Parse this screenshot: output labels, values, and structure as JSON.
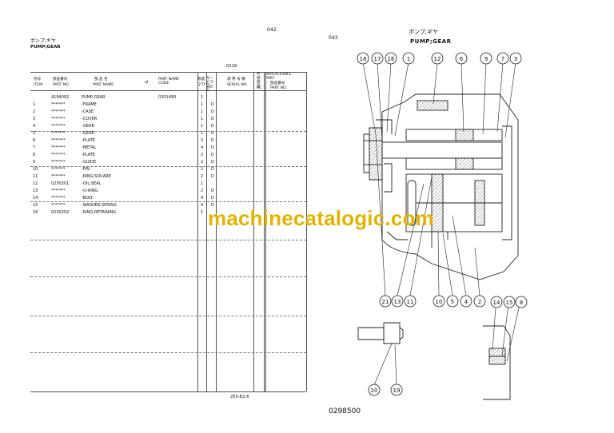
{
  "left_page": {
    "page_number": "042",
    "title_jp": "ポンプ;ギヤ",
    "title_en": "PUMP;GEAR",
    "serial_range": "0218-",
    "columns": {
      "no_jp": "符号",
      "no_en": "ITEM",
      "part_no_jp": "部品番号",
      "part_no_en": "PART NO.",
      "part_name_jp": "部 品 名",
      "part_name_en": "PART NAME",
      "qf": "qf",
      "name_code_en": "PART NAME CODE",
      "qty_jp": "数量",
      "qty_en": "Q'TY",
      "service_code_jp": "サービスコード",
      "service_code_en": "S.C.",
      "serial_jp": "適 用 号 機",
      "serial_en": "SERIAL NO.",
      "repl_jp": "代替部品",
      "repl_en": "REPLACEABLE PART",
      "repl_part_jp": "部品番号",
      "repl_part_en": "PART NO.",
      "rc": "RC"
    },
    "rows": [
      {
        "item": "",
        "part_no": "4194092",
        "name": "PUMP;GEAR",
        "code": "0301490",
        "qty": "1",
        "sc": ""
      },
      {
        "item": "1",
        "part_no": "*******",
        "name": "-FRAME",
        "code": "",
        "qty": "1",
        "sc": "D"
      },
      {
        "item": "2",
        "part_no": "*******",
        "name": "-CASE",
        "code": "",
        "qty": "1",
        "sc": "D"
      },
      {
        "item": "3",
        "part_no": "*******",
        "name": "-COVER",
        "code": "",
        "qty": "1",
        "sc": "D"
      },
      {
        "item": "4",
        "part_no": "*******",
        "name": "-GEAR",
        "code": "",
        "qty": "1",
        "sc": "D"
      },
      {
        "item": "5",
        "part_no": "*******",
        "name": "-GEAR",
        "code": "",
        "qty": "1",
        "sc": "D"
      },
      {
        "item": "6",
        "part_no": "*******",
        "name": "-PLATE",
        "code": "",
        "qty": "2",
        "sc": "D"
      },
      {
        "item": "7",
        "part_no": "*******",
        "name": "-METAL",
        "code": "",
        "qty": "4",
        "sc": "D"
      },
      {
        "item": "8",
        "part_no": "*******",
        "name": "-PLATE",
        "code": "",
        "qty": "2",
        "sc": "D"
      },
      {
        "item": "9",
        "part_no": "*******",
        "name": "-GUIDE",
        "code": "",
        "qty": "2",
        "sc": "D"
      },
      {
        "item": "10",
        "part_no": "*******",
        "name": "-PIN",
        "code": "",
        "qty": "2",
        "sc": "D"
      },
      {
        "item": "11",
        "part_no": "*******",
        "name": "-RING;SQUARE",
        "code": "",
        "qty": "2",
        "sc": "D"
      },
      {
        "item": "12",
        "part_no": "0230201",
        "name": "-OIL;SEAL",
        "code": "",
        "qty": "1",
        "sc": ""
      },
      {
        "item": "13",
        "part_no": "*******",
        "name": "-O-RING",
        "code": "",
        "qty": "2",
        "sc": "D"
      },
      {
        "item": "14",
        "part_no": "*******",
        "name": "-BOLT",
        "code": "",
        "qty": "4",
        "sc": "D"
      },
      {
        "item": "15",
        "part_no": "*******",
        "name": "-WASHER;SPRING",
        "code": "",
        "qty": "4",
        "sc": "D"
      },
      {
        "item": "16",
        "part_no": "0230202",
        "name": "-RING;RETAINING",
        "code": "",
        "qty": "1",
        "sc": ""
      }
    ],
    "footer_code": "250-E2-6"
  },
  "right_page": {
    "page_number": "043",
    "title_jp": "ポンプ;ギヤ",
    "title_en": "PUMP;GEAR",
    "drawing_number": "0298500",
    "callouts_top": [
      "18",
      "17",
      "16",
      "1",
      "12",
      "6",
      "9",
      "7",
      "3"
    ],
    "callouts_bottom": [
      "21",
      "13",
      "11",
      "10",
      "5",
      "4",
      "2"
    ],
    "callouts_detail": [
      "14",
      "15",
      "8"
    ],
    "callouts_bolt": [
      "20",
      "19"
    ]
  },
  "watermark": "machinecatalogic.com",
  "colors": {
    "watermark": "#e2b400",
    "ink": "#111111",
    "hatch": "#444444"
  }
}
